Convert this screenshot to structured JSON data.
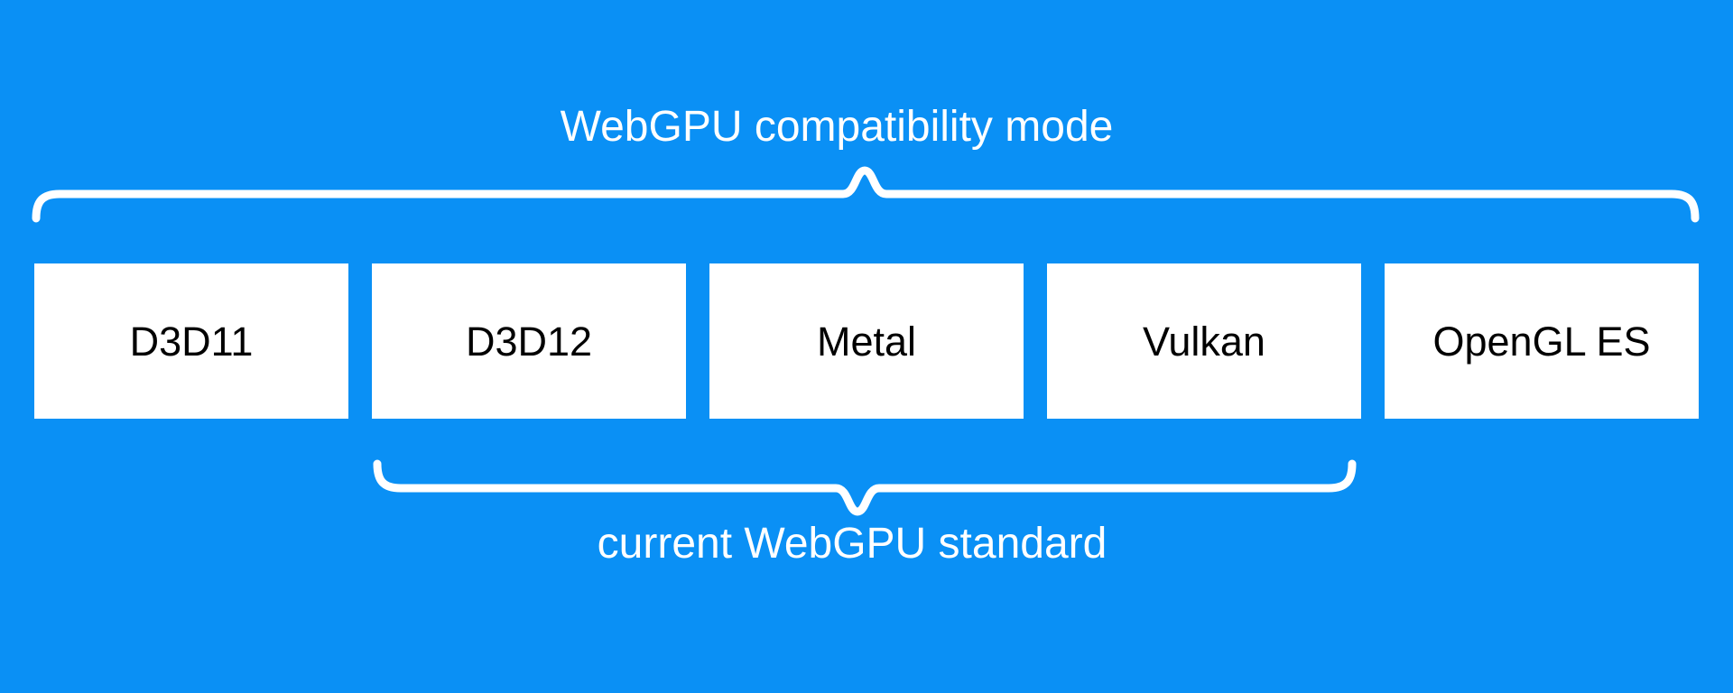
{
  "colors": {
    "background": "#0a90f5",
    "box-bg": "#ffffff",
    "box-text": "#000000",
    "label-text": "#ffffff",
    "brace": "#ffffff"
  },
  "top_bracket": {
    "label": "WebGPU compatibility mode"
  },
  "bottom_bracket": {
    "label": "current WebGPU standard"
  },
  "apis": {
    "items": [
      {
        "label": "D3D11"
      },
      {
        "label": "D3D12"
      },
      {
        "label": "Metal"
      },
      {
        "label": "Vulkan"
      },
      {
        "label": "OpenGL ES"
      }
    ]
  }
}
